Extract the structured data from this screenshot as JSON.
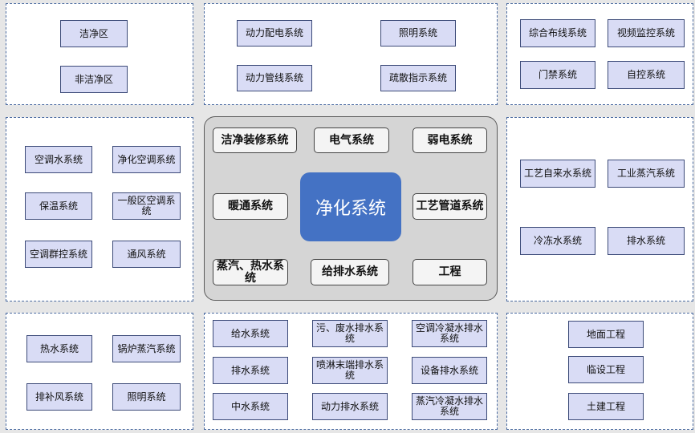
{
  "core": "净化系统",
  "center": {
    "clean_decoration": "洁净装修系统",
    "electrical": "电气系统",
    "weak_current": "弱电系统",
    "hvac": "暖通系统",
    "process_pipeline": "工艺管道系统",
    "steam_hot_water": "蒸汽、热水系统",
    "water_supply_drainage": "给排水系统",
    "engineering": "工程"
  },
  "clean_area": {
    "clean": "洁净区",
    "non_clean": "非洁净区"
  },
  "electrical": {
    "power_distribution": "动力配电系统",
    "lighting": "照明系统",
    "power_piping": "动力管线系统",
    "evacuation_sign": "疏散指示系统"
  },
  "weak_current": {
    "cabling": "综合布线系统",
    "video_monitoring": "视频监控系统",
    "access_control": "门禁系统",
    "automation": "自控系统"
  },
  "hvac": {
    "ac_water": "空调水系统",
    "purification_ac": "净化空调系统",
    "insulation": "保温系统",
    "general_ac": "一般区空调系统",
    "ac_group_control": "空调群控系统",
    "ventilation": "通风系统"
  },
  "process": {
    "tap_water": "工艺自来水系统",
    "industrial_steam": "工业蒸汽系统",
    "chilled_water": "冷冻水系统",
    "drainage": "排水系统"
  },
  "steam": {
    "hot_water": "热水系统",
    "boiler_steam": "锅炉蒸汽系统",
    "exhaust_makeup": "排补风系统",
    "lighting": "照明系统"
  },
  "water": {
    "supply": "给水系统",
    "wastewater": "污、废水排水系统",
    "ac_condensate": "空调冷凝水排水系统",
    "drainage": "排水系统",
    "sprinkler_end": "喷淋末端排水系统",
    "equipment_drainage": "设备排水系统",
    "reclaimed": "中水系统",
    "power_drainage": "动力排水系统",
    "steam_condensate": "蒸汽冷凝水排水系统"
  },
  "engineering": {
    "ground": "地面工程",
    "temporary": "临设工程",
    "civil": "土建工程"
  }
}
